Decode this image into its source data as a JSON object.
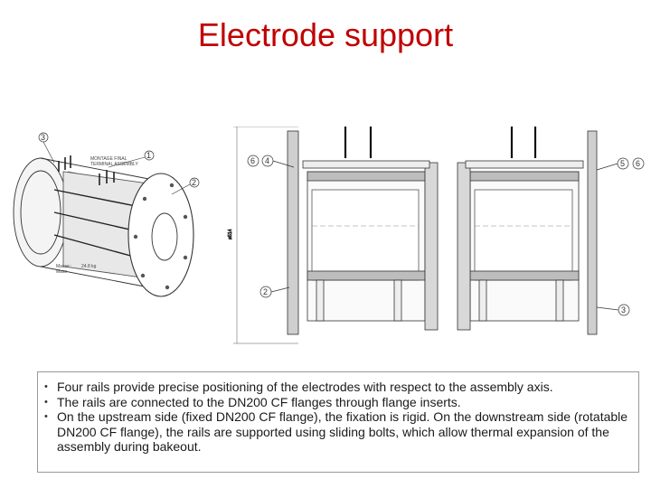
{
  "slide": {
    "title": "Electrode support",
    "bullet_glyph": "•",
    "bullets": [
      "Four rails provide precise positioning of the electrodes with respect to the assembly axis.",
      "The rails are connected to the DN200 CF flanges through flange inserts.",
      "On the upstream side (fixed DN200 CF flange), the fixation is rigid. On the downstream side (rotatable DN200 CF flange), the rails are supported using sliding bolts, which allow thermal expansion of the assembly during bakeout."
    ]
  },
  "figure": {
    "iso_labels": [
      "3",
      "1",
      "2"
    ],
    "iso_callout_text": "MONTAGE FINAL\nTERMINAL ASSEMBLY",
    "mass_label": "Masse :",
    "mass_value": "24.8 kg",
    "mass_sublabel": "Mass",
    "section_labels_left": [
      "6",
      "4",
      "2"
    ],
    "section_labels_right": [
      "5",
      "6",
      "3"
    ],
    "dimension_text": "ø514"
  }
}
